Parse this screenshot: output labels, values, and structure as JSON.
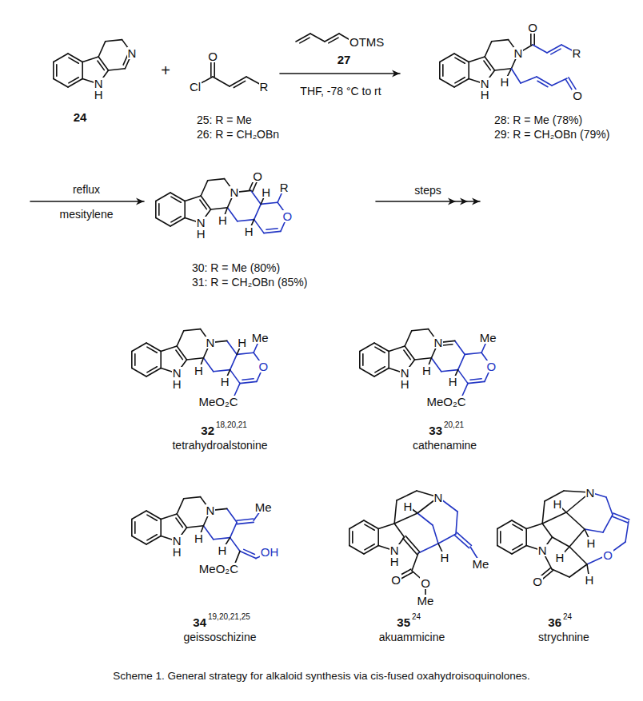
{
  "diagram": {
    "caption": "Scheme 1. General strategy for alkaloid synthesis via cis-fused oxahydroisoquinolones.",
    "labels": [
      "N",
      "H",
      "N",
      "24",
      "+",
      "O",
      "Cl",
      "R",
      "25: R = Me",
      "26: R = CH₂OBn",
      "OTMS",
      "27",
      "THF, -78 °C to rt",
      "N",
      "H",
      "H",
      "N",
      "O",
      "R",
      "O",
      "28: R = Me (78%)",
      "29: R = CH₂OBn (79%)",
      "reflux",
      "mesitylene",
      "N",
      "H",
      "H",
      "N",
      "O",
      "H",
      "R",
      "O",
      "H",
      "30: R = Me (80%)",
      "31: R = CH₂OBn (85%)",
      "steps",
      "N",
      "H",
      "H",
      "N",
      "H",
      "Me",
      "O",
      "H",
      "MeO₂C",
      "32",
      "18,20,21",
      "tetrahydroalstonine",
      "N",
      "H",
      "H",
      "N",
      "Me",
      "O",
      "H",
      "MeO₂C",
      "33",
      "20,21",
      "cathenamine",
      "N",
      "H",
      "H",
      "N",
      "Me",
      "H",
      "MeO₂C",
      "OH",
      "34",
      "19,20,21,25",
      "geissoschizine",
      "N",
      "H",
      "N",
      "H",
      "H",
      "Me",
      "O",
      "O",
      "Me",
      "35",
      "24",
      "akuammicine",
      "H",
      "N",
      "N",
      "O",
      "H",
      "H",
      "O",
      "H",
      "36",
      "24",
      "strychnine"
    ]
  }
}
